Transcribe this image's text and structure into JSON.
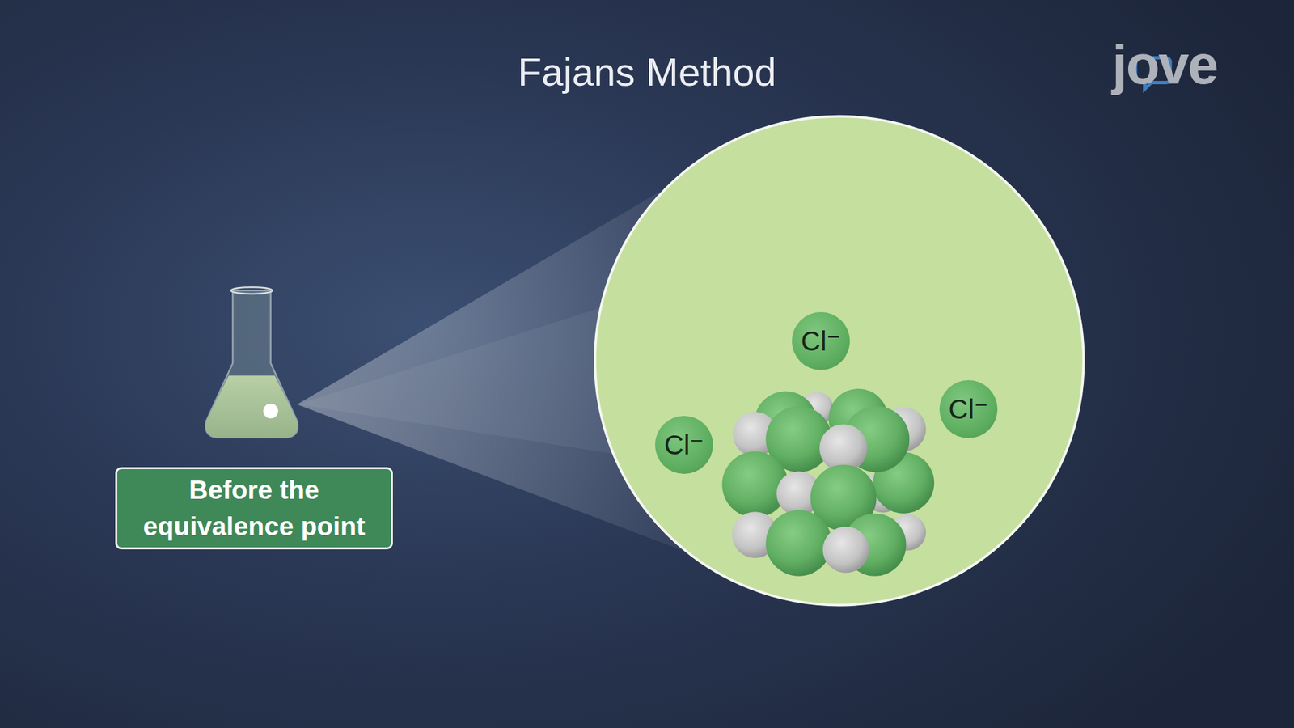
{
  "diagram": {
    "title": "Fajans Method",
    "nodes": [
      {
        "text": [
          "Before the equivalence point"
        ]
      },
      {
        "text": [
          "Cl⁻"
        ]
      },
      {
        "text": [
          "Cl⁻"
        ]
      },
      {
        "text": [
          "Cl⁻"
        ]
      }
    ],
    "labels": [
      "jove"
    ]
  }
}
